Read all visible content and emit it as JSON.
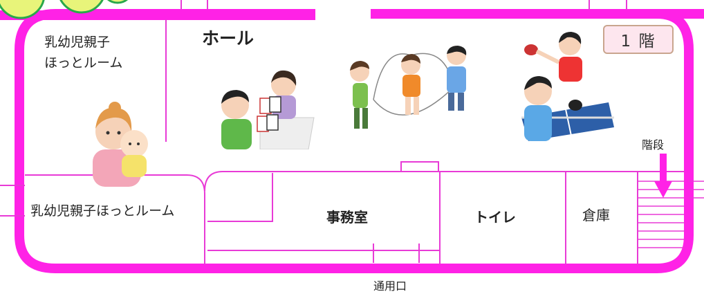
{
  "colors": {
    "wall": "#ff22e6",
    "line": "#e83ad6",
    "badge_bg": "#fde6ee",
    "badge_border": "#c9a58e"
  },
  "rooms": {
    "nursing_room_top": "乳幼児親子\nほっとルーム",
    "hall": "ホール",
    "nursing_room_bottom": "乳幼児親子ほっとルーム",
    "office": "事務室",
    "toilet": "トイレ",
    "storage": "倉庫"
  },
  "floor_label": "1 階",
  "stairs_label": "階段",
  "entrance_label": "通用口",
  "icons": {
    "mother_baby": "mother-baby-illustration",
    "card_game": "card-game-illustration",
    "jump_rope": "jump-rope-illustration",
    "table_tennis": "table-tennis-illustration",
    "stairs_arrow": "arrow-down-icon"
  }
}
